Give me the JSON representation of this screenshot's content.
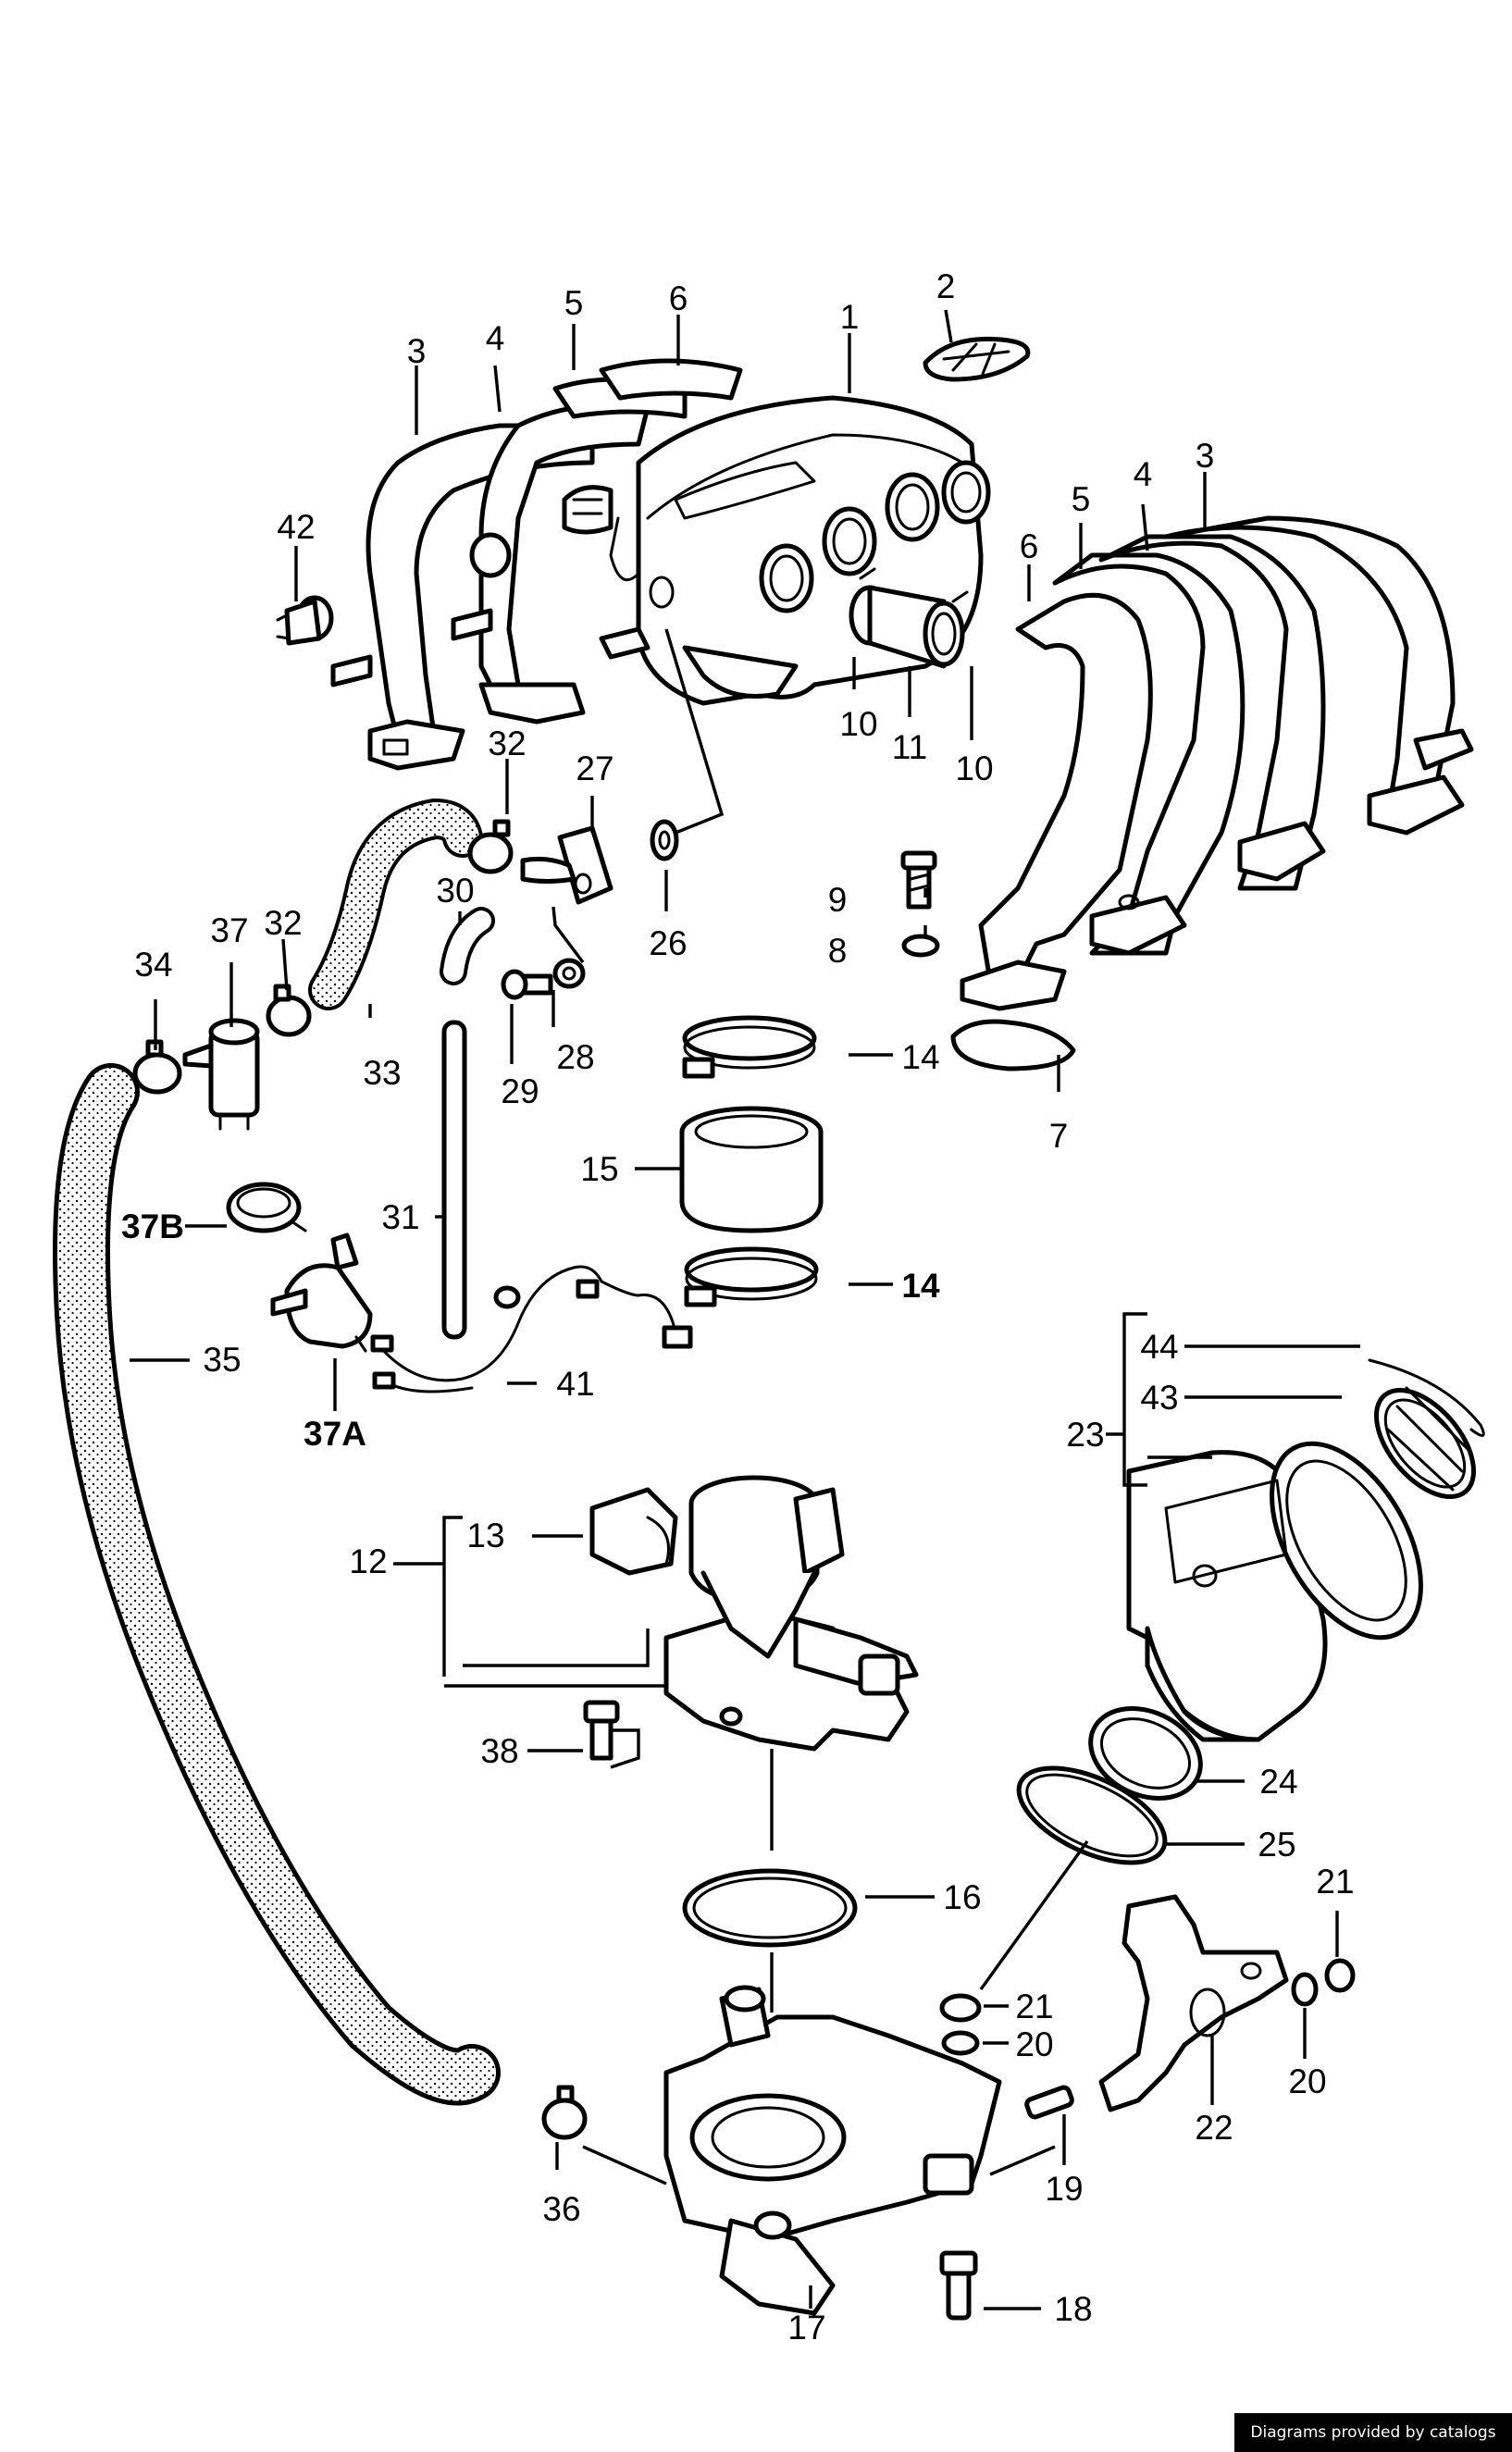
{
  "diagram": {
    "callouts": [
      {
        "id": "c1",
        "text": "1"
      },
      {
        "id": "c2",
        "text": "2"
      },
      {
        "id": "c3a",
        "text": "3"
      },
      {
        "id": "c3b",
        "text": "3"
      },
      {
        "id": "c4a",
        "text": "4"
      },
      {
        "id": "c4b",
        "text": "4"
      },
      {
        "id": "c5a",
        "text": "5"
      },
      {
        "id": "c5b",
        "text": "5"
      },
      {
        "id": "c6a",
        "text": "6"
      },
      {
        "id": "c6b",
        "text": "6"
      },
      {
        "id": "c7",
        "text": "7"
      },
      {
        "id": "c8",
        "text": "8"
      },
      {
        "id": "c9",
        "text": "9"
      },
      {
        "id": "c10a",
        "text": "10"
      },
      {
        "id": "c10b",
        "text": "10"
      },
      {
        "id": "c11",
        "text": "11"
      },
      {
        "id": "c12",
        "text": "12"
      },
      {
        "id": "c13",
        "text": "13"
      },
      {
        "id": "c14a",
        "text": "14"
      },
      {
        "id": "c14b",
        "text": "14"
      },
      {
        "id": "c15",
        "text": "15"
      },
      {
        "id": "c16",
        "text": "16"
      },
      {
        "id": "c17",
        "text": "17"
      },
      {
        "id": "c18",
        "text": "18"
      },
      {
        "id": "c19",
        "text": "19"
      },
      {
        "id": "c20a",
        "text": "20"
      },
      {
        "id": "c20b",
        "text": "20"
      },
      {
        "id": "c21a",
        "text": "21"
      },
      {
        "id": "c21b",
        "text": "21"
      },
      {
        "id": "c22",
        "text": "22"
      },
      {
        "id": "c23",
        "text": "23"
      },
      {
        "id": "c24",
        "text": "24"
      },
      {
        "id": "c25",
        "text": "25"
      },
      {
        "id": "c26",
        "text": "26"
      },
      {
        "id": "c27",
        "text": "27"
      },
      {
        "id": "c28",
        "text": "28"
      },
      {
        "id": "c29",
        "text": "29"
      },
      {
        "id": "c30",
        "text": "30"
      },
      {
        "id": "c31",
        "text": "31"
      },
      {
        "id": "c32a",
        "text": "32"
      },
      {
        "id": "c32b",
        "text": "32"
      },
      {
        "id": "c33",
        "text": "33"
      },
      {
        "id": "c34",
        "text": "34"
      },
      {
        "id": "c35",
        "text": "35"
      },
      {
        "id": "c36",
        "text": "36"
      },
      {
        "id": "c37",
        "text": "37"
      },
      {
        "id": "c37a",
        "text": "37A"
      },
      {
        "id": "c37b",
        "text": "37B"
      },
      {
        "id": "c38",
        "text": "38"
      },
      {
        "id": "c41",
        "text": "41"
      },
      {
        "id": "c42",
        "text": "42"
      },
      {
        "id": "c43",
        "text": "43"
      },
      {
        "id": "c44",
        "text": "44"
      }
    ]
  },
  "credit": "Diagrams provided by catalogs parts",
  "colors": {
    "line": "#000000",
    "background": "#ffffff",
    "hose_fill": "#e8e8e8"
  }
}
